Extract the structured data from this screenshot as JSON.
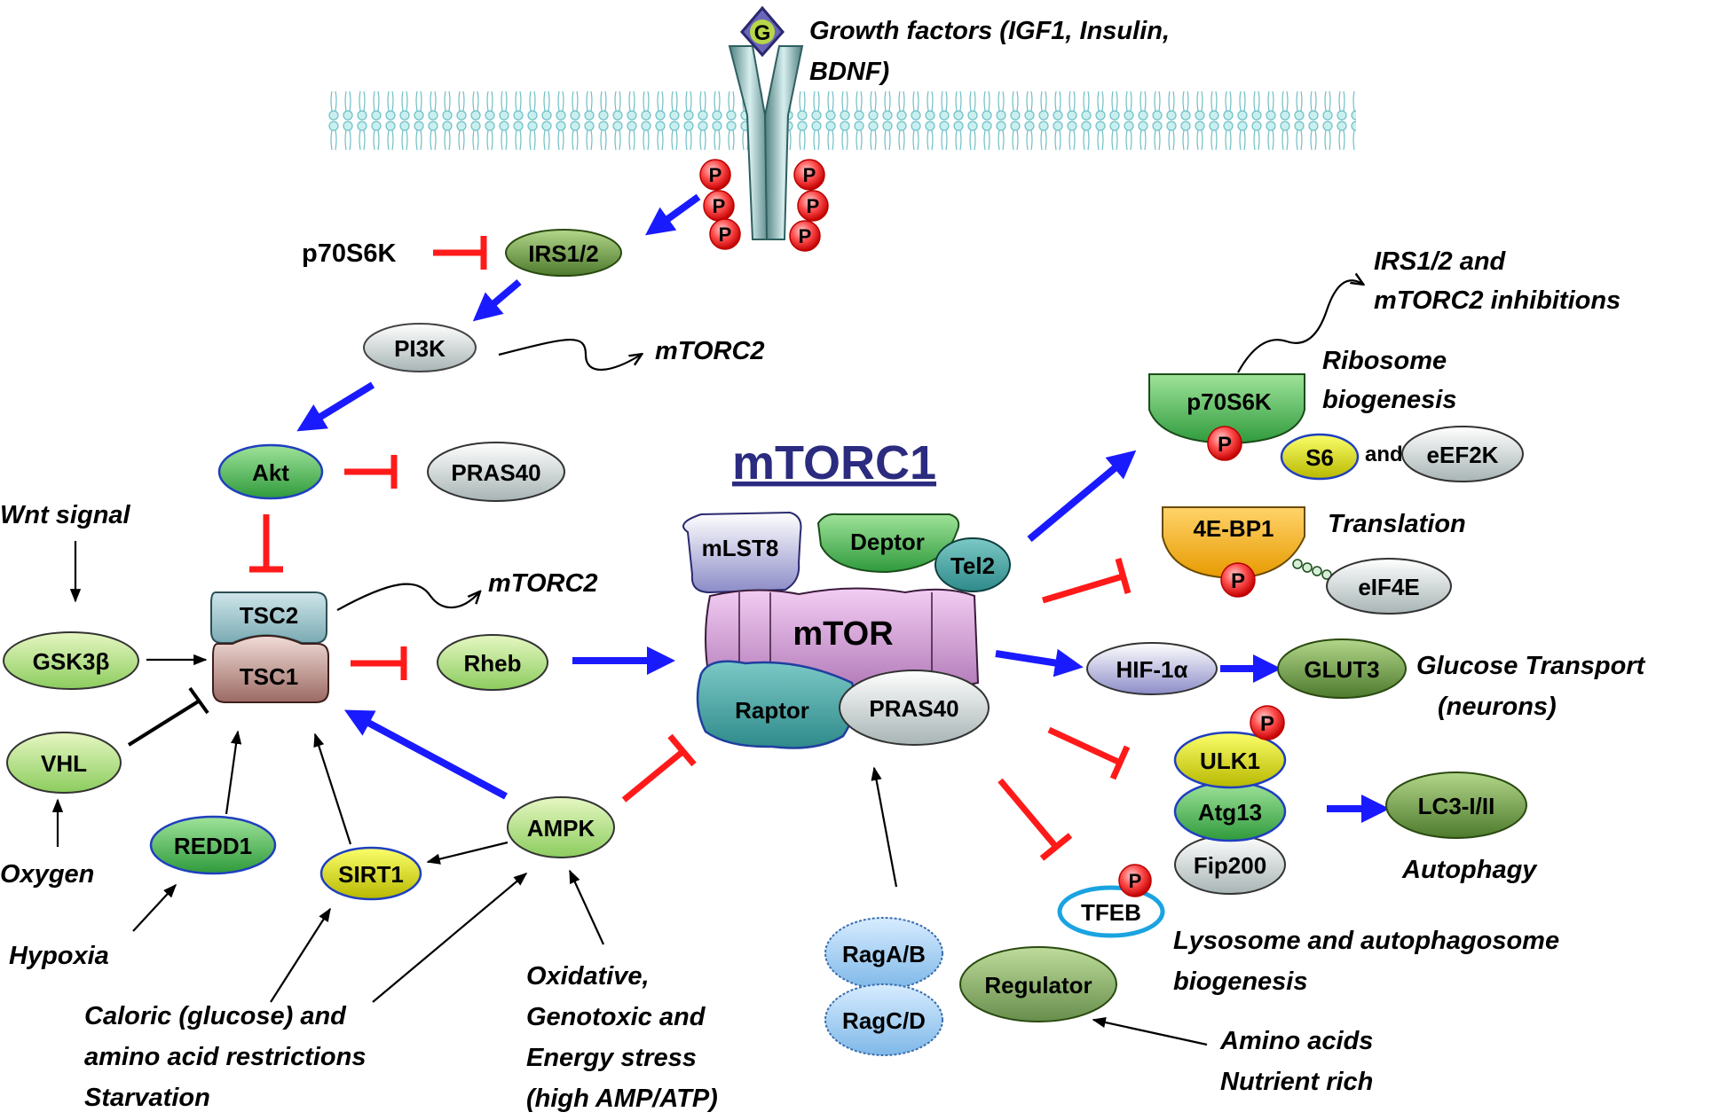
{
  "title": "mTORC1",
  "top_label": [
    "Growth factors (IGF1, Insulin,",
    "BDNF)"
  ],
  "ligand": "G",
  "phospho": "P",
  "upstream": {
    "p70s6k": "p70S6K",
    "irs": "IRS1/2",
    "pi3k": "PI3K",
    "mtorc2_a": "mTORC2",
    "akt": "Akt",
    "pras40": "PRAS40",
    "wnt": "Wnt signal",
    "gsk3b": "GSK3β",
    "tsc2": "TSC2",
    "tsc1": "TSC1",
    "mtorc2_b": "mTORC2",
    "rheb": "Rheb",
    "vhl": "VHL",
    "oxygen": "Oxygen",
    "redd1": "REDD1",
    "hypoxia": "Hypoxia",
    "sirt1": "SIRT1",
    "ampk": "AMPK",
    "caloric": [
      "Caloric (glucose) and",
      "amino acid restrictions",
      "Starvation"
    ],
    "stress": [
      "Oxidative,",
      "Genotoxic and",
      "Energy stress",
      "(high AMP/ATP)"
    ]
  },
  "complex": {
    "mlst8": "mLST8",
    "deptor": "Deptor",
    "tel2": "Tel2",
    "mtor": "mTOR",
    "raptor": "Raptor",
    "pras40": "PRAS40"
  },
  "amino": {
    "raga": "RagA/B",
    "ragc": "RagC/D",
    "regulator": "Regulator",
    "label": [
      "Amino acids",
      "Nutrient rich"
    ]
  },
  "downstream": {
    "irs_inhib": [
      "IRS1/2 and",
      "mTORC2 inhibitions"
    ],
    "p70s6k": "p70S6K",
    "ribosome": [
      "Ribosome",
      "biogenesis"
    ],
    "s6": "S6",
    "and": "and",
    "eef2k": "eEF2K",
    "ebp1": "4E-BP1",
    "translation": "Translation",
    "eif4e": "eIF4E",
    "hif": "HIF-1α",
    "glut3": "GLUT3",
    "glucose": [
      "Glucose Transport",
      "(neurons)"
    ],
    "ulk1": "ULK1",
    "atg13": "Atg13",
    "fip200": "Fip200",
    "lc3": "LC3-I/II",
    "autophagy": "Autophagy",
    "tfeb": "TFEB",
    "lysosome": [
      "Lysosome and autophagosome",
      "biogenesis"
    ]
  }
}
